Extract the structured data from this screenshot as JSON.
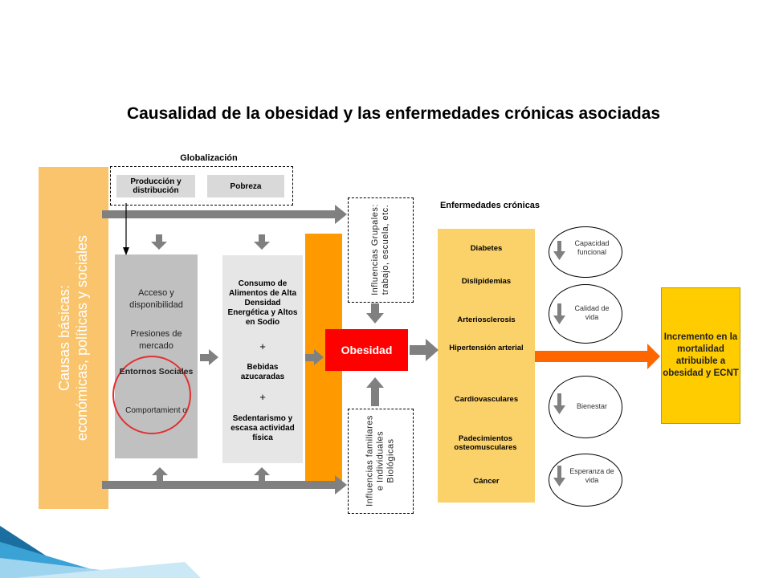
{
  "title": "Causalidad de la obesidad y las enfermedades crónicas asociadas",
  "causas": {
    "line1": "Causas básicas:",
    "line2": "económicas, políticas y sociales"
  },
  "globalizacion": {
    "label": "Globalización",
    "items": [
      "Producción y distribución",
      "Pobreza"
    ]
  },
  "column1": {
    "acceso": "Acceso y disponibilidad",
    "presiones": "Presiones de mercado",
    "entornos": "Entornos Sociales",
    "comportamiento": "Comportamient o"
  },
  "column2": {
    "consumo": "Consumo de Alimentos de Alta Densidad Energética y Altos en Sodio",
    "plus1": "+",
    "bebidas": "Bebidas azucaradas",
    "plus2": "+",
    "sedentarismo": "Sedentarismo y escasa actividad física"
  },
  "influencias_grupales": "Influencias Grupales: trabajo, escuela, etc.",
  "influencias_familiares": "Influencias familiares e Individuales Biológicas",
  "obesidad": "Obesidad",
  "enfermedades": {
    "label": "Enfermedades crónicas",
    "items": [
      "Diabetes",
      "Dislipidemias",
      "Arteriosclerosis",
      "Hipertensión arterial",
      "Cardiovasculares",
      "Padecimientos osteomusculares",
      "Cáncer"
    ]
  },
  "outcomes": [
    "Capacidad funcional",
    "Calidad de vida",
    "Bienestar",
    "Esperanza de vida"
  ],
  "incremento": "Incremento en la mortalidad atribuible a obesidad y ECNT",
  "colors": {
    "causas": "#f9c46b",
    "orange_bar": "#ff9900",
    "obesidad": "#ff0000",
    "enfermedades": "#fbd26a",
    "incremento": "#ffcc00",
    "arrow": "#808080",
    "big_arrow": "#ff6600",
    "circle": "#e03030"
  }
}
